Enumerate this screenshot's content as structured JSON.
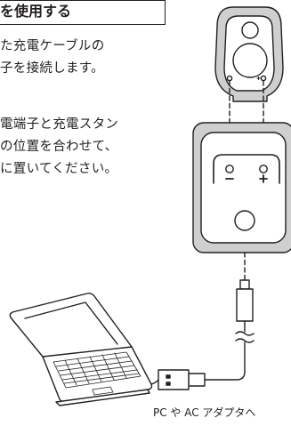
{
  "heading": "を使用する",
  "instructions": {
    "step1": [
      "た充電ケーブルの",
      "子を接続します。"
    ],
    "step2": [
      "電端子と充電スタン",
      "の位置を合わせて、",
      "に置いてください。"
    ]
  },
  "terminals": {
    "minus_symbol": "−",
    "plus_symbol": "+"
  },
  "caption": "PC や AC アダプタへ"
}
